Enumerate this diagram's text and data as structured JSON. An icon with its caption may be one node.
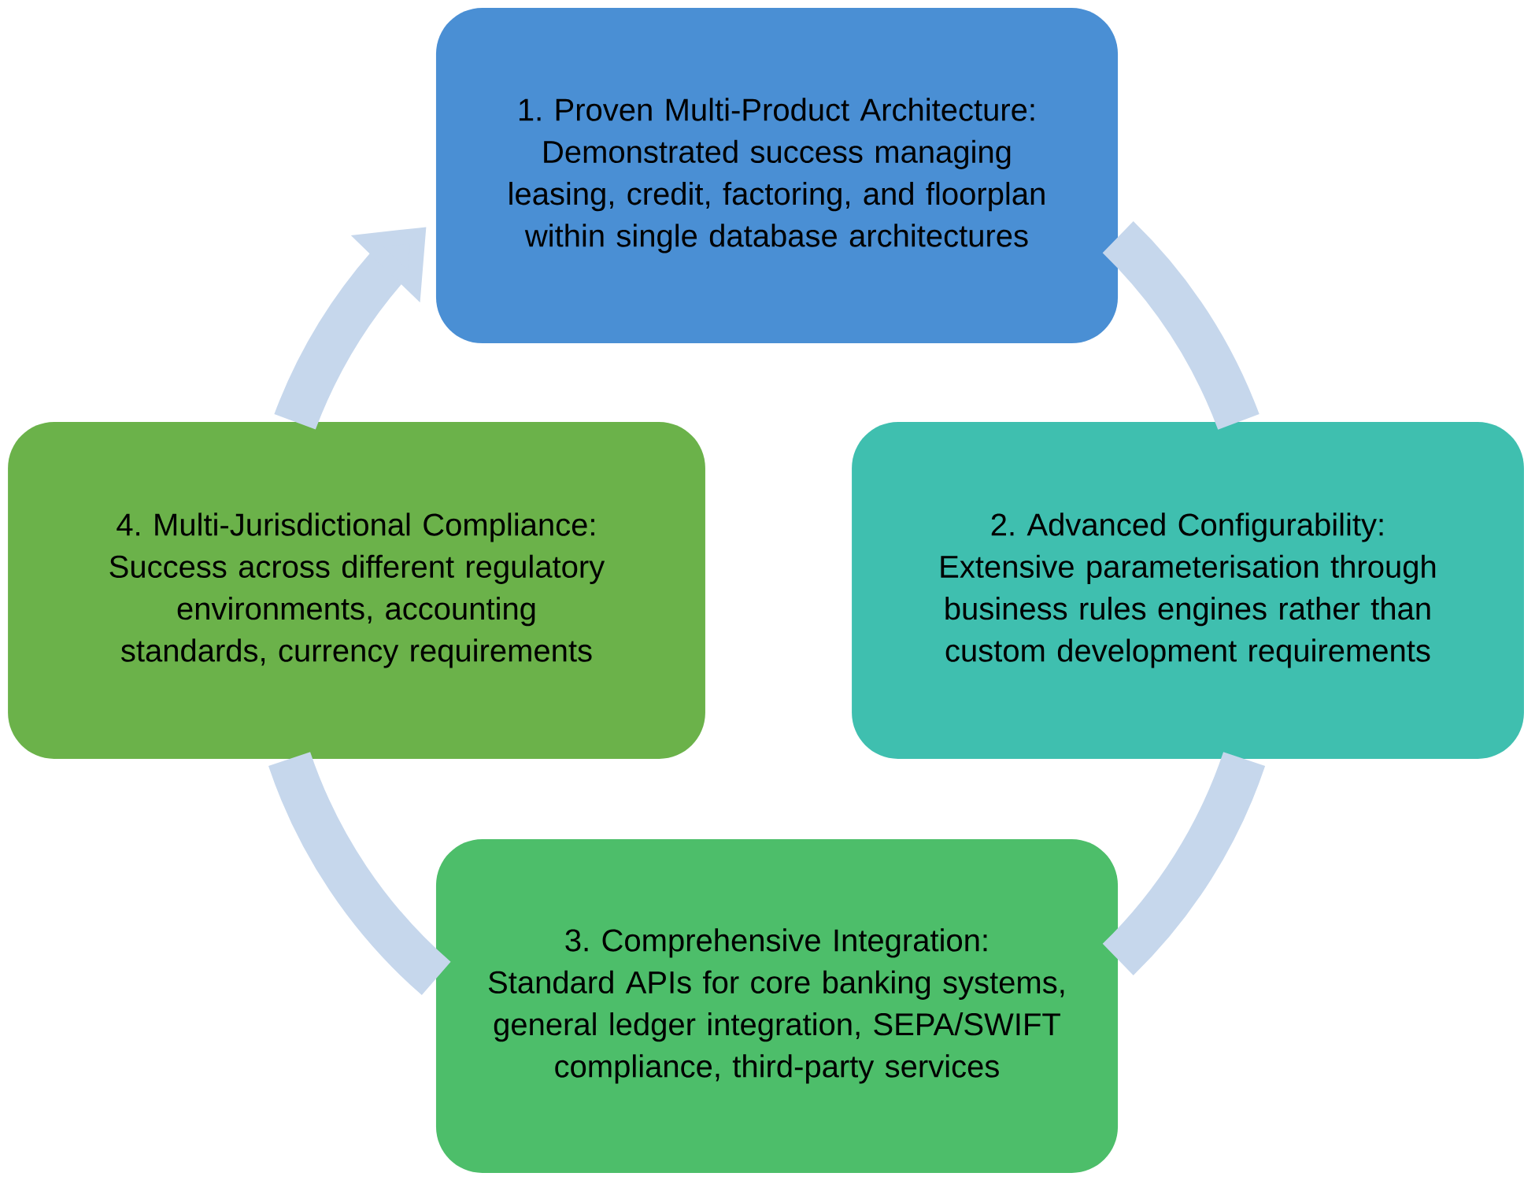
{
  "diagram": {
    "nodes": [
      {
        "text": [
          "1. Proven Multi-Product Architecture:",
          "Demonstrated success managing leasing, credit, factoring, and floorplan within single database architectures"
        ]
      },
      {
        "text": [
          "2. Advanced Configurability:",
          "Extensive parameterisation through business rules engines rather than custom development requirements"
        ]
      },
      {
        "text": [
          "3. Comprehensive Integration:",
          "Standard APIs for core banking systems, general ledger integration, SEPA/SWIFT compliance, third-party services"
        ]
      },
      {
        "text": [
          "4. Multi-Jurisdictional Compliance:",
          "Success across different regulatory environments, accounting standards, currency requirements"
        ]
      }
    ],
    "edges": [
      {
        "from": 0,
        "to": 1,
        "arrow": "none"
      },
      {
        "from": 1,
        "to": 2,
        "arrow": "none"
      },
      {
        "from": 2,
        "to": 3,
        "arrow": "none"
      },
      {
        "from": 3,
        "to": 0,
        "arrow": "to"
      }
    ]
  }
}
